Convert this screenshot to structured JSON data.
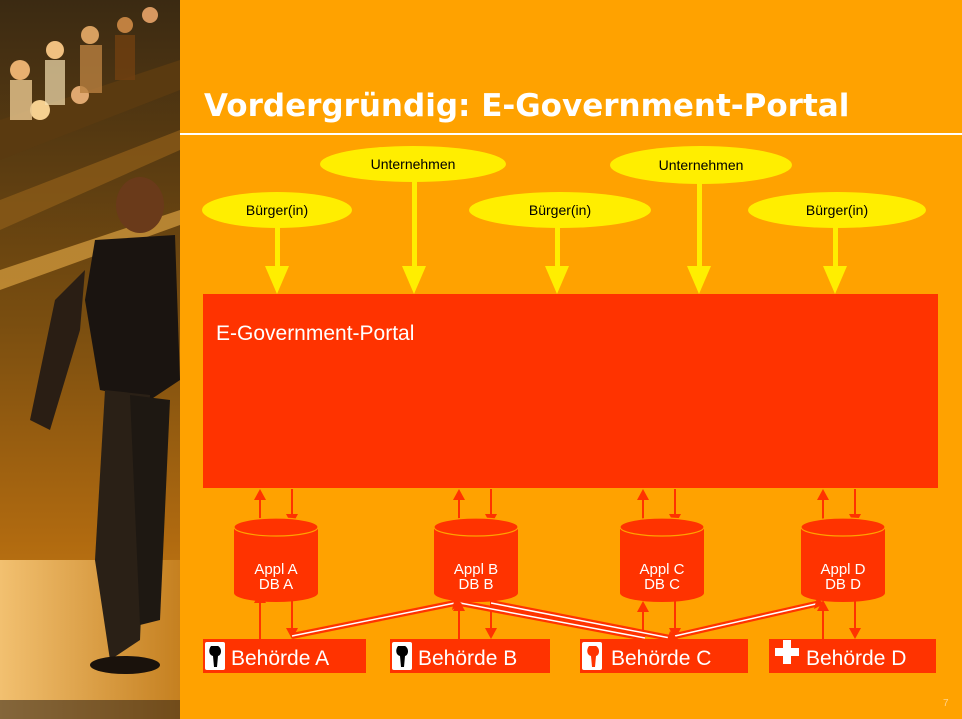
{
  "slide": {
    "title": "Vordergründig: E-Government-Portal",
    "page_number": "7"
  },
  "colors": {
    "background": "#ffa200",
    "ellipse": "#ffee00",
    "arrow_yellow": "#ffee00",
    "portal": "#ff3300",
    "arrow_red": "#ff3300",
    "white": "#ffffff"
  },
  "actors": [
    {
      "label": "Unternehmen"
    },
    {
      "label": "Unternehmen"
    },
    {
      "label": "Bürger(in)"
    },
    {
      "label": "Bürger(in)"
    },
    {
      "label": "Bürger(in)"
    }
  ],
  "portal": {
    "label": "E-Government-Portal"
  },
  "databases": [
    {
      "line1": "Appl A",
      "line2": "DB A"
    },
    {
      "line1": "Appl B",
      "line2": "DB B"
    },
    {
      "line1": "Appl C",
      "line2": "DB C"
    },
    {
      "line1": "Appl D",
      "line2": "DB D"
    }
  ],
  "authorities": [
    {
      "label": "Behörde A",
      "emblem": "basel-stadt-staff-icon"
    },
    {
      "label": "Behörde B",
      "emblem": "basel-stadt-staff-icon"
    },
    {
      "label": "Behörde C",
      "emblem": "basel-land-staff-icon"
    },
    {
      "label": "Behörde D",
      "emblem": "swiss-cross-icon"
    }
  ]
}
